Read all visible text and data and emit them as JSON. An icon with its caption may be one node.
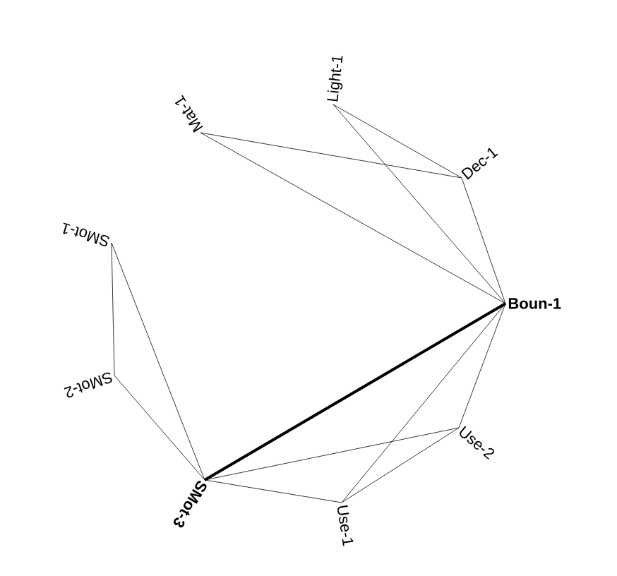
{
  "diagram": {
    "nodes": [
      {
        "text": [
          "Light-1"
        ]
      },
      {
        "text": [
          "Dec-1"
        ]
      },
      {
        "text": [
          "Boun-1"
        ]
      },
      {
        "text": [
          "Use-2"
        ]
      },
      {
        "text": [
          "Use-1"
        ]
      },
      {
        "text": [
          "SMot-3"
        ]
      },
      {
        "text": [
          "SMot-2"
        ]
      },
      {
        "text": [
          "SMot-1"
        ]
      },
      {
        "text": [
          "Mat-1"
        ]
      }
    ],
    "edges": [
      {
        "from": 0,
        "to": 1,
        "arrow": "none"
      },
      {
        "from": 0,
        "to": 2,
        "arrow": "none"
      },
      {
        "from": 8,
        "to": 1,
        "arrow": "none"
      },
      {
        "from": 8,
        "to": 2,
        "arrow": "none"
      },
      {
        "from": 1,
        "to": 2,
        "arrow": "none"
      },
      {
        "from": 7,
        "to": 6,
        "arrow": "none"
      },
      {
        "from": 7,
        "to": 5,
        "arrow": "none"
      },
      {
        "from": 6,
        "to": 5,
        "arrow": "none"
      },
      {
        "from": 5,
        "to": 2,
        "arrow": "none",
        "style": "thick"
      },
      {
        "from": 5,
        "to": 3,
        "arrow": "none"
      },
      {
        "from": 5,
        "to": 4,
        "arrow": "none"
      },
      {
        "from": 4,
        "to": 2,
        "arrow": "none"
      },
      {
        "from": 3,
        "to": 2,
        "arrow": "none"
      },
      {
        "from": 4,
        "to": 3,
        "arrow": "none"
      }
    ]
  }
}
